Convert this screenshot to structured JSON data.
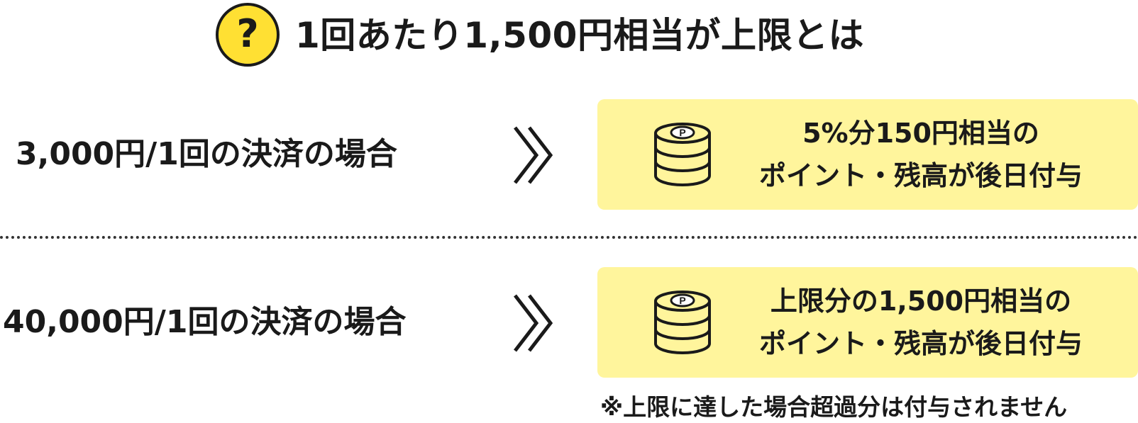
{
  "header": {
    "icon": "question-mark-icon",
    "icon_glyph": "?",
    "title": "1回あたり1,500円相当が上限とは"
  },
  "colors": {
    "accent_yellow": "#ffe033",
    "result_background": "#fff59c",
    "text": "#1a1a1a"
  },
  "cases": [
    {
      "label": "3,000円/1回の決済の場合",
      "arrow_icon": "double-chevron-right-icon",
      "coin_icon": "point-coin-stack-icon",
      "coin_letter": "P",
      "result_line1": "5%分150円相当の",
      "result_line2": "ポイント・残高が後日付与"
    },
    {
      "label": "40,000円/1回の決済の場合",
      "arrow_icon": "double-chevron-right-icon",
      "coin_icon": "point-coin-stack-icon",
      "coin_letter": "P",
      "result_line1": "上限分の1,500円相当の",
      "result_line2": "ポイント・残高が後日付与"
    }
  ],
  "note": "※上限に達した場合超過分は付与されません"
}
